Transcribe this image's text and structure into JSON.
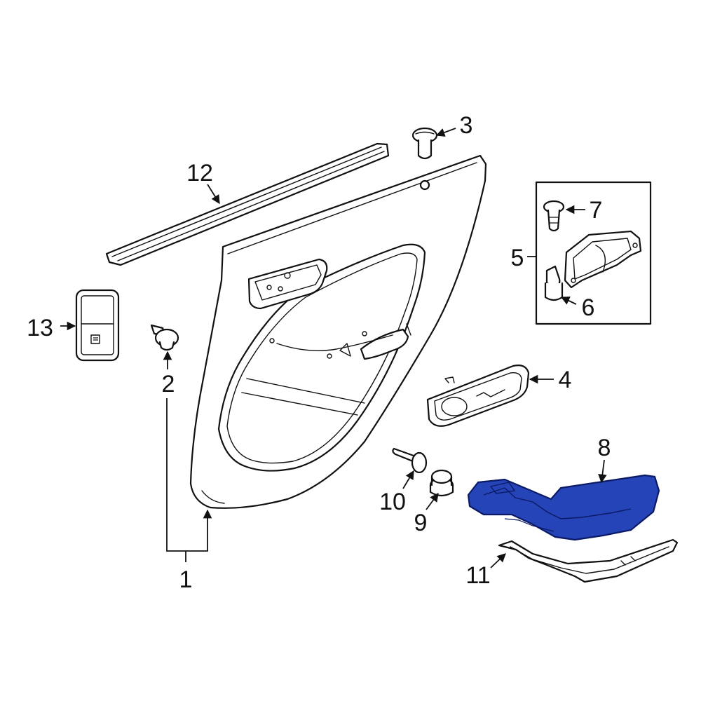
{
  "diagram": {
    "highlight_color": "#2544b8",
    "highlighted_part": "8",
    "callouts": [
      {
        "id": "1",
        "label": "1"
      },
      {
        "id": "2",
        "label": "2"
      },
      {
        "id": "3",
        "label": "3"
      },
      {
        "id": "4",
        "label": "4"
      },
      {
        "id": "5",
        "label": "5"
      },
      {
        "id": "6",
        "label": "6"
      },
      {
        "id": "7",
        "label": "7"
      },
      {
        "id": "8",
        "label": "8"
      },
      {
        "id": "9",
        "label": "9"
      },
      {
        "id": "10",
        "label": "10"
      },
      {
        "id": "11",
        "label": "11"
      },
      {
        "id": "12",
        "label": "12"
      },
      {
        "id": "13",
        "label": "13"
      }
    ]
  }
}
